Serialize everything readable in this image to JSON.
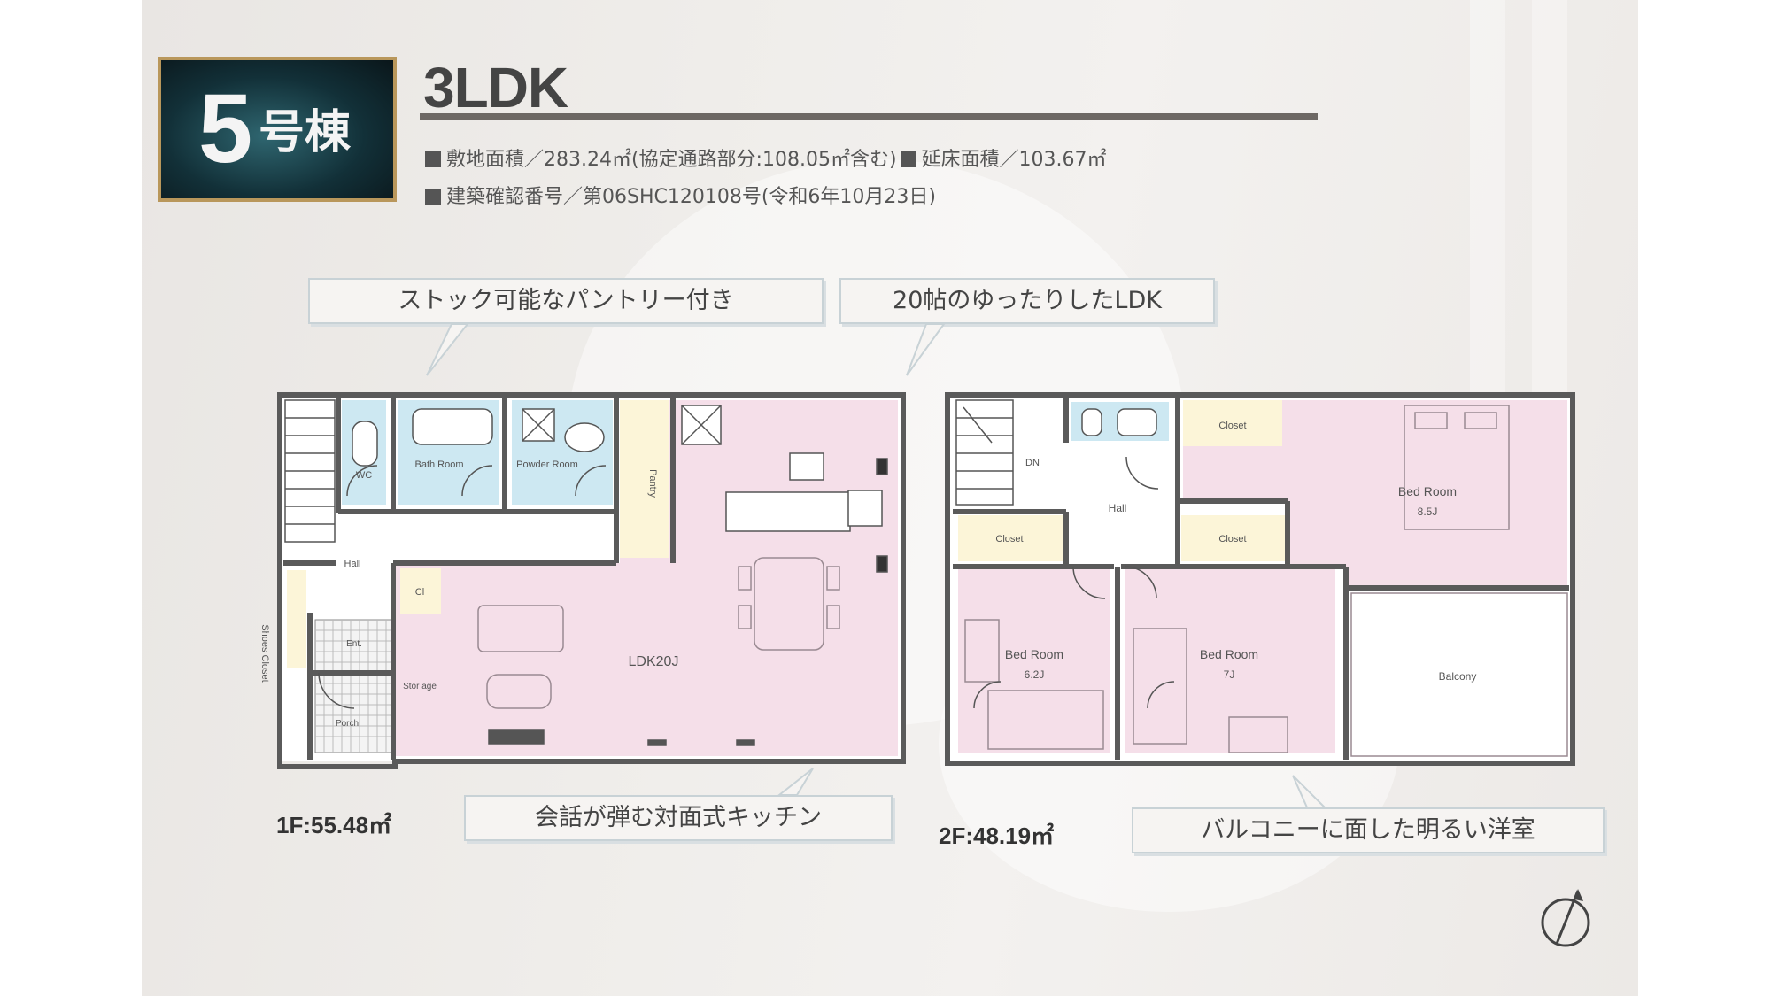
{
  "badge": {
    "number": "5",
    "suffix": "号棟"
  },
  "layout": "3LDK",
  "specs": {
    "line1": "敷地面積／283.24㎡(協定通路部分:108.05㎡含む)",
    "line1b": "延床面積／103.67㎡",
    "line2": "建築確認番号／第06SHC120108号(令和6年10月23日)"
  },
  "callouts": {
    "pantry": "ストック可能なパントリー付き",
    "ldk": "20帖のゆったりしたLDK",
    "kitchen": "会話が弾む対面式キッチン",
    "balcony": "バルコニーに面した明るい洋室"
  },
  "floors": {
    "first": {
      "area": "1F:55.48㎡",
      "rooms": {
        "wc": "WC",
        "bath": "Bath Room",
        "powder": "Powder Room",
        "pantry": "Pantry",
        "hall": "Hall",
        "ldk": "LDK20J",
        "shoes": "Shoes Closet",
        "porch": "Porch",
        "ent": "Ent.",
        "storage": "Stor age",
        "closet_abbrev": "Cl"
      }
    },
    "second": {
      "area": "2F:48.19㎡",
      "rooms": {
        "dn": "DN",
        "hall": "Hall",
        "closet": "Closet",
        "bed_main": "Bed Room",
        "bed_main_size": "8.5J",
        "bed_left": "Bed Room",
        "bed_left_size": "6.2J",
        "bed_mid": "Bed Room",
        "bed_mid_size": "7J",
        "balcony": "Balcony"
      }
    }
  },
  "colors": {
    "room_pink": "#f5dfe9",
    "wet_blue": "#cde8f2",
    "closet_yellow": "#fcf5d8",
    "wall": "#5a5a5a",
    "badge_gold": "#b9975b"
  },
  "icons": [
    "north-arrow-icon"
  ]
}
